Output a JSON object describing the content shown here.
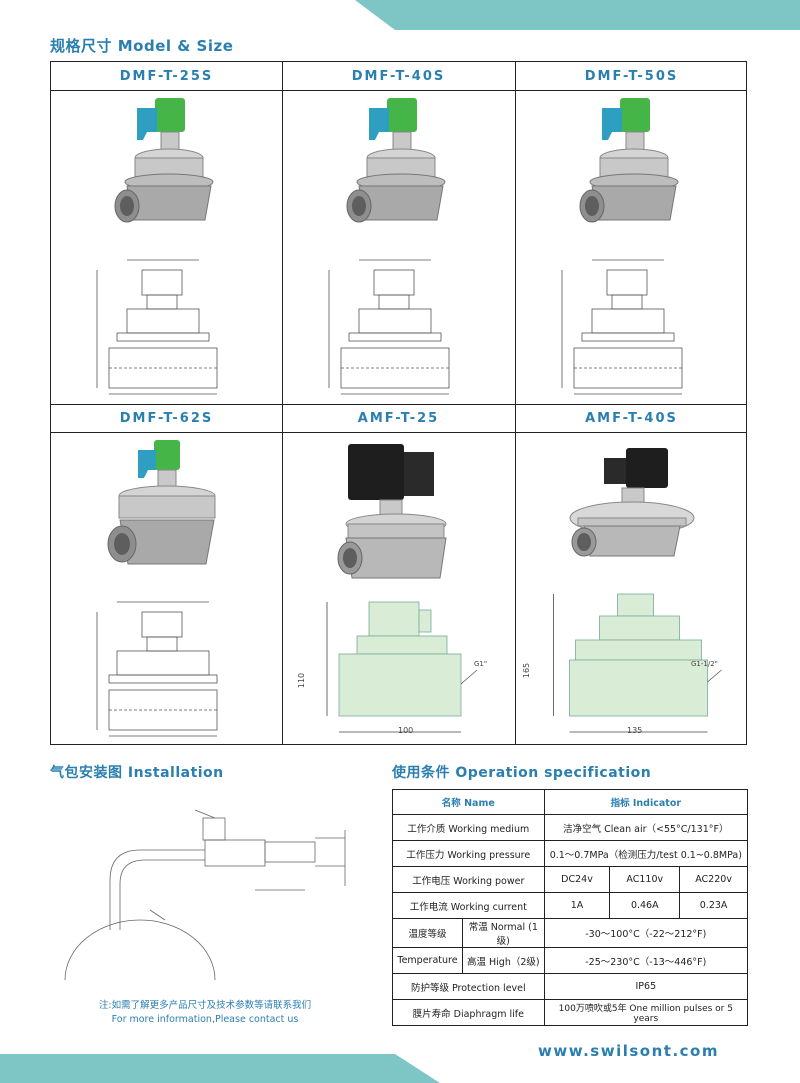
{
  "colors": {
    "accent": "#2b7fb0",
    "teal": "#7ec5c5"
  },
  "size_title": "规格尺寸 Model & Size",
  "models": [
    {
      "name": "DMF-T-25S"
    },
    {
      "name": "DMF-T-40S"
    },
    {
      "name": "DMF-T-50S"
    },
    {
      "name": "DMF-T-62S"
    },
    {
      "name": "AMF-T-25",
      "dims": {
        "height": "110",
        "width": "100",
        "thread": "G1\""
      }
    },
    {
      "name": "AMF-T-40S",
      "dims": {
        "height": "165",
        "width": "135",
        "thread": "G1-1/2\""
      }
    }
  ],
  "installation": {
    "title": "气包安装图 Installation",
    "note_cn": "注:如需了解更多产品尺寸及技术参数等请联系我们",
    "note_en": "For more information,Please contact us"
  },
  "spec": {
    "title": "使用条件 Operation specification",
    "header": {
      "name": "名称      Name",
      "indicator": "指标      Indicator"
    },
    "rows": {
      "medium": {
        "label": "工作介质 Working medium",
        "value": "洁净空气 Clean air（<55°C/131°F）"
      },
      "pressure": {
        "label": "工作压力 Working pressure",
        "value": "0.1～0.7MPa（检测压力/test 0.1~0.8MPa)"
      },
      "voltage": {
        "label": "工作电压 Working power",
        "v1": "DC24v",
        "v2": "AC110v",
        "v3": "AC220v"
      },
      "current": {
        "label": "工作电流 Working current",
        "v1": "1A",
        "v2": "0.46A",
        "v3": "0.23A"
      },
      "temperature": {
        "label_cn": "温度等级",
        "label_en": "Temperature",
        "normal_label": "常温  Normal (1级)",
        "normal_value": "-30～100°C（-22～212°F)",
        "high_label": "高温  High（2级)",
        "high_value": "-25～230°C（-13～446°F)"
      },
      "protection": {
        "label": "防护等级 Protection level",
        "value": "IP65"
      },
      "life": {
        "label": "膜片寿命 Diaphragm life",
        "value": "100万喷吹或5年 One million pulses or 5 years"
      }
    }
  },
  "website": "www.swilsont.com"
}
